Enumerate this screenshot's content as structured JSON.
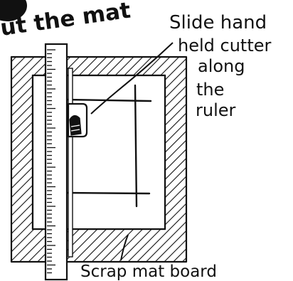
{
  "diagram": {
    "heading_fragment": "ut the mat",
    "callouts": [
      {
        "lines": [
          "Slide hand",
          "held cutter",
          "along",
          "the",
          "ruler"
        ]
      },
      {
        "lines": [
          "Scrap mat board"
        ]
      }
    ],
    "colors": {
      "ink": "#111111",
      "paper": "#ffffff"
    },
    "icons": [
      "step-number-badge-icon",
      "cutter-hand-icon"
    ]
  }
}
